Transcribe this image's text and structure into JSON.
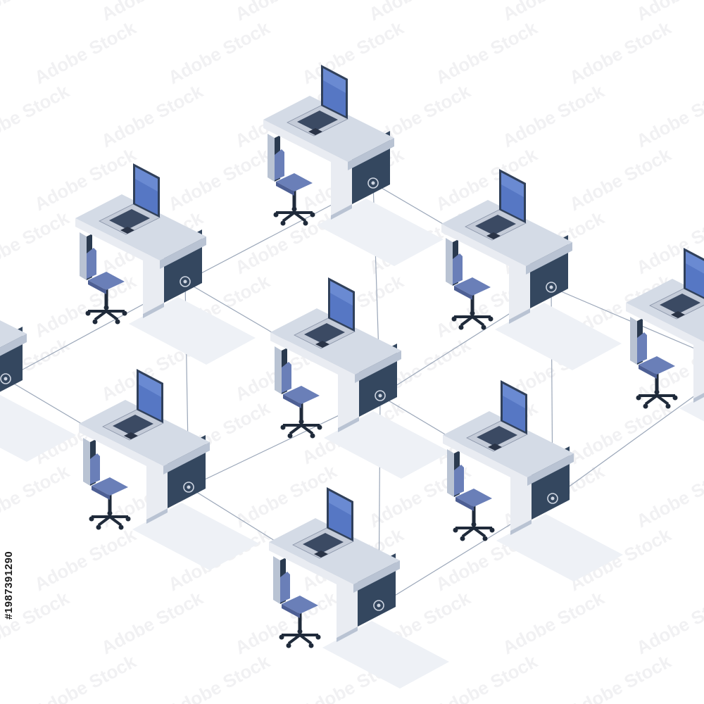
{
  "watermark": {
    "text": "Adobe Stock",
    "stock_id": "#1987391290"
  },
  "colors": {
    "desk_top": "#d4dbe6",
    "desk_front": "#e9ecf2",
    "desk_edge": "#b9c3d3",
    "cabinet_front": "#34475f",
    "cabinet_side": "#2a3a4f",
    "laptop_screen": "#5677c4",
    "laptop_screen_light": "#7898dc",
    "laptop_frame": "#30405a",
    "laptop_base": "#c4cbd8",
    "keyboard": "#3b4a63",
    "chair": "#6a7fb8",
    "chair_dark": "#4d5f94",
    "chair_base": "#1f2a3a",
    "connection_line": "#9aa6b8"
  },
  "workstations": [
    {
      "id": "ws-top",
      "icon": "desk-laptop-chair-icon"
    },
    {
      "id": "ws-left-upper",
      "icon": "desk-laptop-chair-icon"
    },
    {
      "id": "ws-right-upper",
      "icon": "desk-laptop-chair-icon"
    },
    {
      "id": "ws-center",
      "icon": "desk-laptop-chair-icon"
    },
    {
      "id": "ws-far-left",
      "icon": "desk-laptop-chair-icon"
    },
    {
      "id": "ws-far-right",
      "icon": "desk-laptop-chair-icon"
    },
    {
      "id": "ws-left-lower",
      "icon": "desk-laptop-chair-icon"
    },
    {
      "id": "ws-right-lower",
      "icon": "desk-laptop-chair-icon"
    },
    {
      "id": "ws-bottom",
      "icon": "desk-laptop-chair-icon"
    }
  ],
  "connections": [
    [
      "ws-top",
      "ws-left-upper"
    ],
    [
      "ws-top",
      "ws-right-upper"
    ],
    [
      "ws-top",
      "ws-center"
    ],
    [
      "ws-left-upper",
      "ws-center"
    ],
    [
      "ws-left-upper",
      "ws-far-left"
    ],
    [
      "ws-left-upper",
      "ws-left-lower"
    ],
    [
      "ws-right-upper",
      "ws-center"
    ],
    [
      "ws-right-upper",
      "ws-far-right"
    ],
    [
      "ws-right-upper",
      "ws-right-lower"
    ],
    [
      "ws-center",
      "ws-left-lower"
    ],
    [
      "ws-center",
      "ws-right-lower"
    ],
    [
      "ws-center",
      "ws-bottom"
    ],
    [
      "ws-far-left",
      "ws-left-lower"
    ],
    [
      "ws-far-right",
      "ws-right-lower"
    ],
    [
      "ws-left-lower",
      "ws-bottom"
    ],
    [
      "ws-right-lower",
      "ws-bottom"
    ]
  ]
}
